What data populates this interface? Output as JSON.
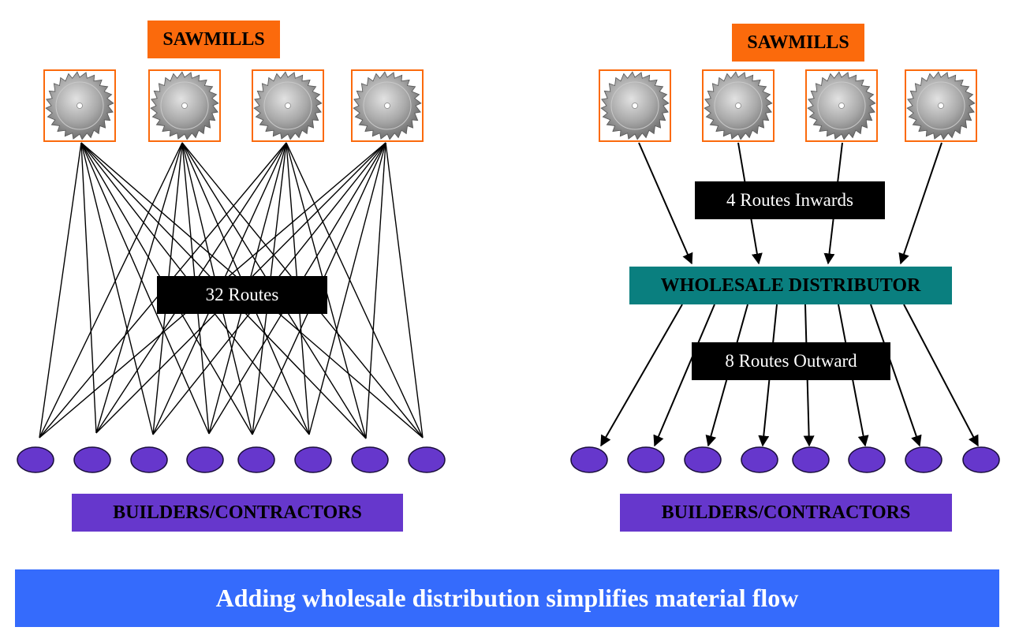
{
  "left_panel": {
    "sawmills_label": "SAWMILLS",
    "routes_label": "32 Routes",
    "builders_label": "BUILDERS/CONTRACTORS"
  },
  "right_panel": {
    "sawmills_label": "SAWMILLS",
    "inward_label": "4 Routes Inwards",
    "distributor_label": "WHOLESALE DISTRIBUTOR",
    "outward_label": "8 Routes Outward",
    "builders_label": "BUILDERS/CONTRACTORS"
  },
  "footer": {
    "caption": "Adding wholesale distribution simplifies material flow"
  },
  "counts": {
    "sawmills_per_side": 4,
    "builders_per_side": 8
  },
  "colors": {
    "sawmill_label": "#fb6a0c",
    "builders": "#6637cc",
    "distributor": "#0a7f7f",
    "route_box": "#000000",
    "footer": "#356bfc"
  },
  "icons": {
    "sawmill": "circular-saw-blade-icon",
    "builder": "builder-node-ellipse"
  }
}
